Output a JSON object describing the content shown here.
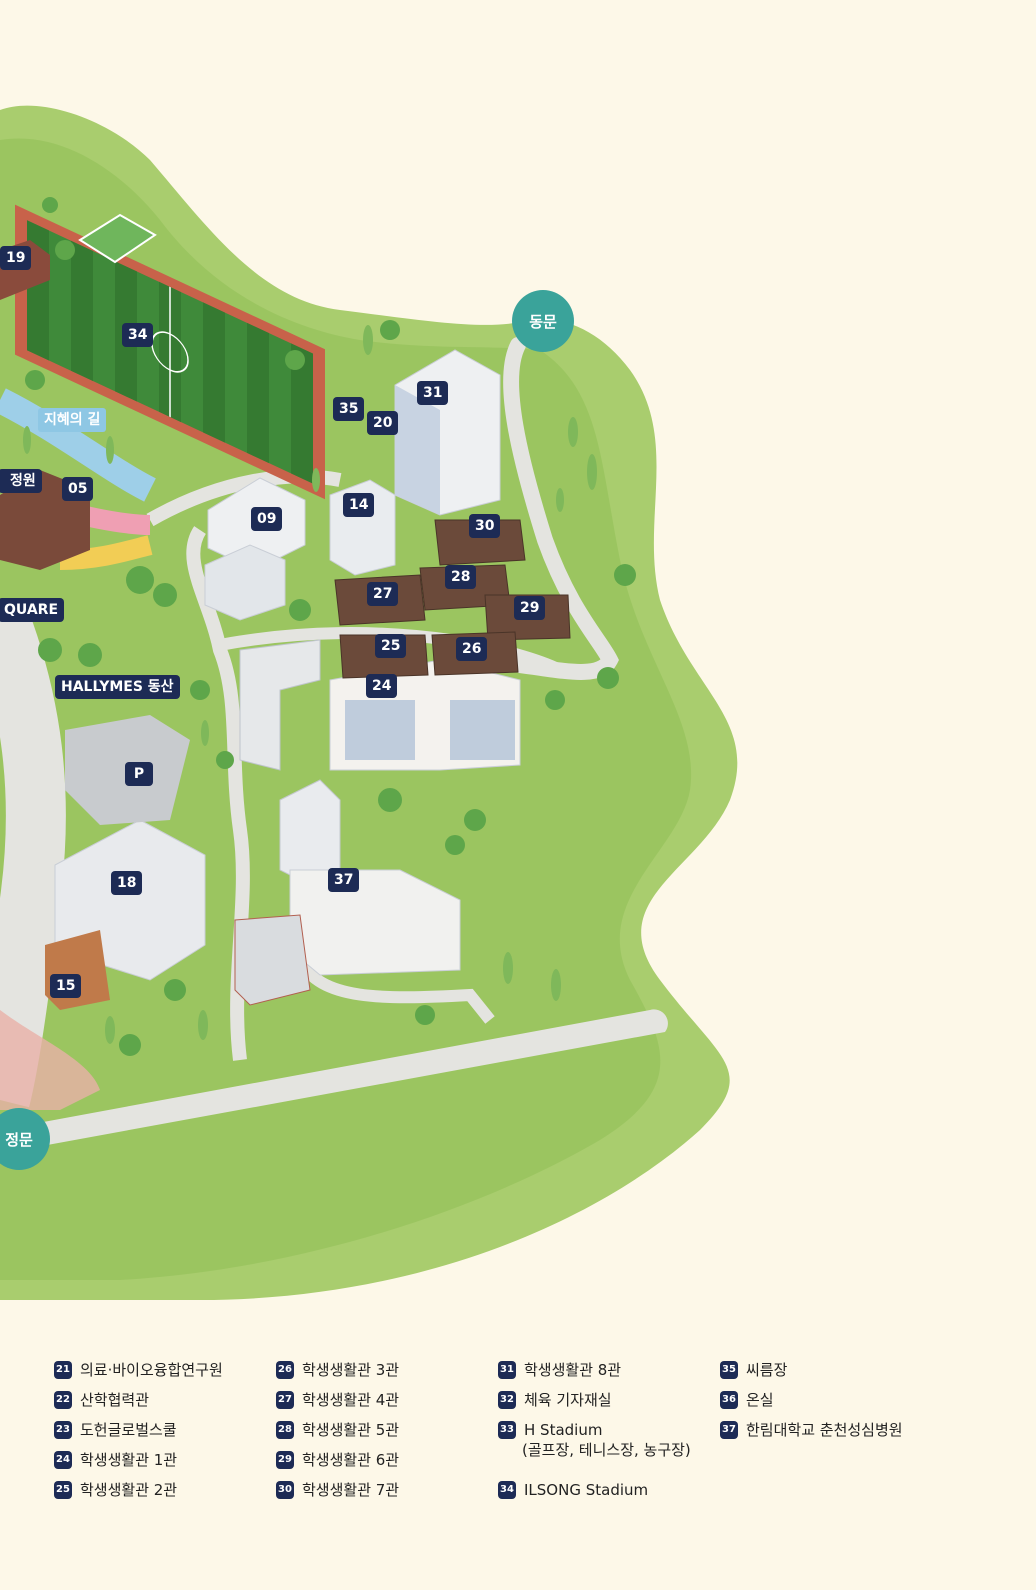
{
  "map": {
    "buildings": [
      {
        "id": "19",
        "label": "19"
      },
      {
        "id": "34",
        "label": "34"
      },
      {
        "id": "35",
        "label": "35"
      },
      {
        "id": "20",
        "label": "20"
      },
      {
        "id": "31",
        "label": "31"
      },
      {
        "id": "05",
        "label": "05"
      },
      {
        "id": "09",
        "label": "09"
      },
      {
        "id": "14",
        "label": "14"
      },
      {
        "id": "30",
        "label": "30"
      },
      {
        "id": "28",
        "label": "28"
      },
      {
        "id": "27",
        "label": "27"
      },
      {
        "id": "29",
        "label": "29"
      },
      {
        "id": "25",
        "label": "25"
      },
      {
        "id": "26",
        "label": "26"
      },
      {
        "id": "24",
        "label": "24"
      },
      {
        "id": "p",
        "label": "P"
      },
      {
        "id": "18",
        "label": "18"
      },
      {
        "id": "37",
        "label": "37"
      },
      {
        "id": "15",
        "label": "15"
      }
    ],
    "places": {
      "east_gate": "동문",
      "main_gate": "정문",
      "wisdom_road": "지혜의 길",
      "garden": "정원",
      "square": "QUARE",
      "hallymes": "HALLYMES 동산"
    }
  },
  "legend": {
    "col1": [
      {
        "num": "21",
        "label": "의료·바이오융합연구원"
      },
      {
        "num": "22",
        "label": "산학협력관"
      },
      {
        "num": "23",
        "label": "도헌글로벌스쿨"
      },
      {
        "num": "24",
        "label": "학생생활관 1관"
      },
      {
        "num": "25",
        "label": "학생생활관 2관"
      }
    ],
    "col2": [
      {
        "num": "26",
        "label": "학생생활관 3관"
      },
      {
        "num": "27",
        "label": "학생생활관 4관"
      },
      {
        "num": "28",
        "label": "학생생활관 5관"
      },
      {
        "num": "29",
        "label": "학생생활관 6관"
      },
      {
        "num": "30",
        "label": "학생생활관 7관"
      }
    ],
    "col3": [
      {
        "num": "31",
        "label": "학생생활관 8관"
      },
      {
        "num": "32",
        "label": "체육 기자재실"
      },
      {
        "num": "33",
        "label": "H Stadium",
        "sub": "(골프장, 테니스장, 농구장)"
      },
      {
        "num": "34",
        "label": "ILSONG Stadium"
      }
    ],
    "col4": [
      {
        "num": "35",
        "label": "씨름장"
      },
      {
        "num": "36",
        "label": "온실"
      },
      {
        "num": "37",
        "label": "한림대학교 춘천성심병원"
      }
    ]
  },
  "colors": {
    "navy": "#1d2b55",
    "gate": "#3aa39a",
    "grass": "#a9cd6e",
    "cream": "#fdf8e8"
  }
}
